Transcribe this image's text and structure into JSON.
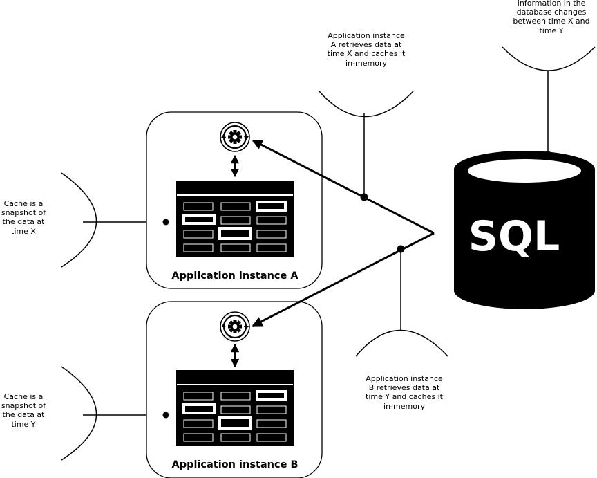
{
  "notes": {
    "retrieve_a": [
      "Application instance",
      "A retrieves data at",
      "time X and caches it",
      "in-memory"
    ],
    "db_changes": [
      "Information in the",
      "database changes",
      "between time X and",
      "time Y"
    ],
    "cache_a": [
      "Cache is a",
      "snapshot of",
      "the data at",
      "time X"
    ],
    "retrieve_b": [
      "Application instance",
      "B retrieves data at",
      "time Y and caches it",
      "in-memory"
    ],
    "cache_b": [
      "Cache is a",
      "snapshot of",
      "the data at",
      "time Y"
    ]
  },
  "instances": {
    "a": {
      "label": "Application instance A"
    },
    "b": {
      "label": "Application instance B"
    }
  },
  "database": {
    "label": "SQL"
  },
  "icons": {
    "sync": "sync-gear-icon",
    "cache": "cache-table-icon",
    "database": "database-cylinder-icon"
  },
  "colors": {
    "ink": "#000000",
    "background": "#ffffff"
  }
}
